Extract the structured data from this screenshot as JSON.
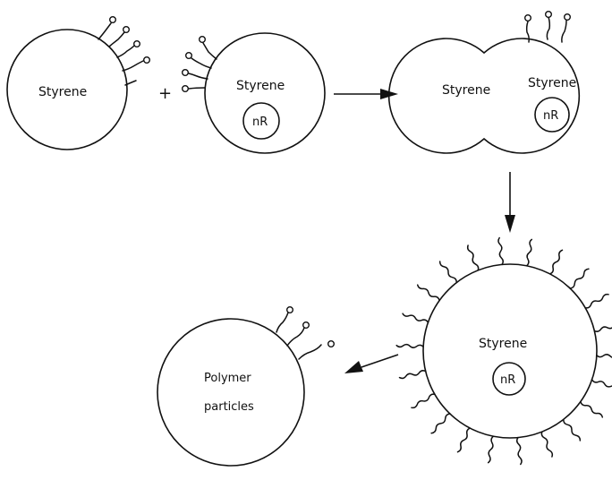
{
  "diagram": {
    "droplet_left": {
      "label": "Styrene"
    },
    "plus_sign": "+",
    "droplet_micelle": {
      "label": "Styrene",
      "radical": "nR"
    },
    "merged": {
      "left_label": "Styrene",
      "right_label": "Styrene",
      "radical": "nR"
    },
    "swollen": {
      "label": "Styrene",
      "radical": "nR"
    },
    "polymer": {
      "line1": "Polymer",
      "line2": "particles"
    }
  }
}
